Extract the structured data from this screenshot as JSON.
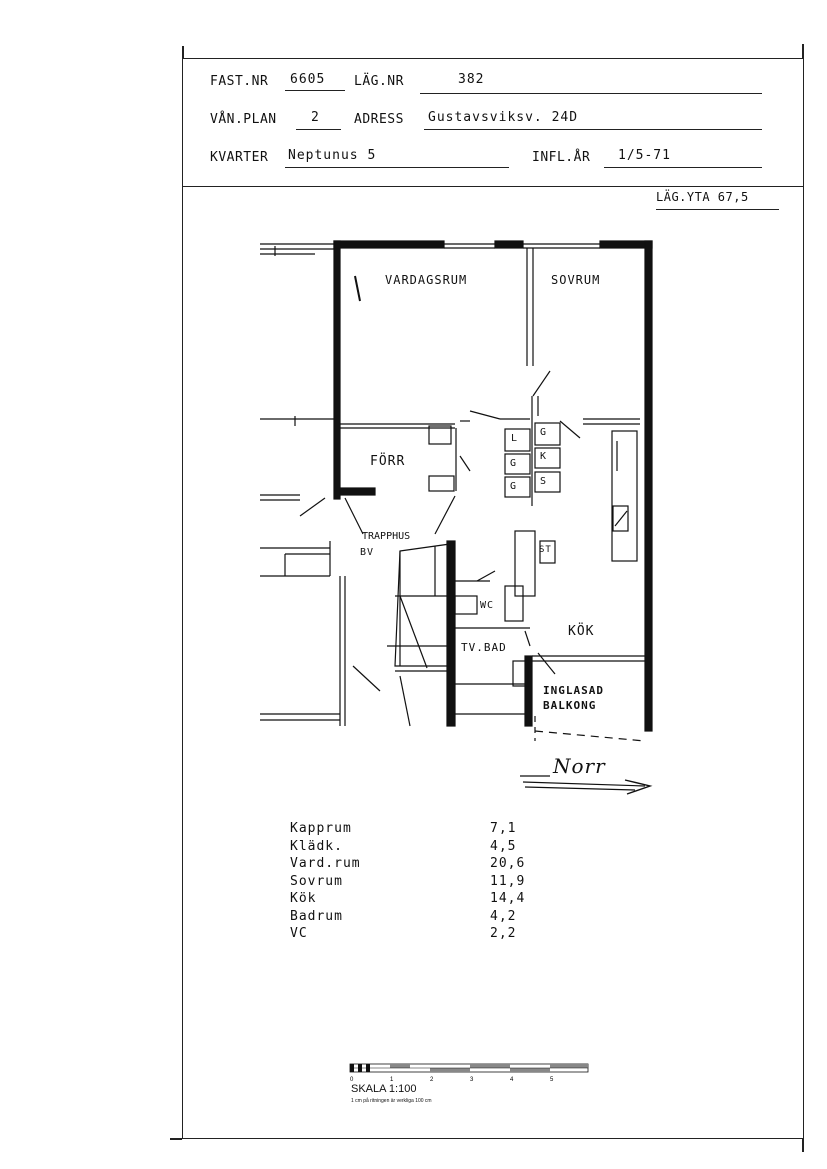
{
  "header": {
    "fastnr_label": "FAST.NR",
    "fastnr_value": "6605",
    "lagnr_label": "LÄG.NR",
    "lagnr_value": "382",
    "vanplan_label": "VÅN.PLAN",
    "vanplan_value": "2",
    "adress_label": "ADRESS",
    "adress_value": "Gustavsviksv. 24D",
    "kvarter_label": "KVARTER",
    "kvarter_value": "Neptunus 5",
    "inflar_label": "INFL.ÅR",
    "inflar_value": "1/5-71",
    "area_total": "LÄG.YTA 67,5"
  },
  "rooms": {
    "vardagsrum": "VARDAGSRUM",
    "sovrum": "SOVRUM",
    "forr": "FÖRR",
    "trapphus": "TRAPPHUS",
    "bv": "BV",
    "wc": "WC",
    "tvbad": "TV.BAD",
    "kok": "KÖK",
    "inglasad": "INGLASAD",
    "balkong": "BALKONG",
    "st": "ST",
    "closet_l": "L",
    "closet_g1": "G",
    "closet_g2": "G",
    "closet_k": "K",
    "closet_g3": "G",
    "closet_s": "S"
  },
  "north_label": "Norr",
  "areas": [
    {
      "name": "Kapprum",
      "value": "7,1"
    },
    {
      "name": "Klädk.",
      "value": "4,5"
    },
    {
      "name": "Vard.rum",
      "value": "20,6"
    },
    {
      "name": "Sovrum",
      "value": "11,9"
    },
    {
      "name": "Kök",
      "value": "14,4"
    },
    {
      "name": "Badrum",
      "value": "4,2"
    },
    {
      "name": "VC",
      "value": "2,2"
    }
  ],
  "scale": {
    "label": "SKALA 1:100",
    "note": "1 cm på ritningen är verkliga 100 cm",
    "ticks": [
      "0",
      "1",
      "2",
      "3",
      "4",
      "5"
    ]
  }
}
